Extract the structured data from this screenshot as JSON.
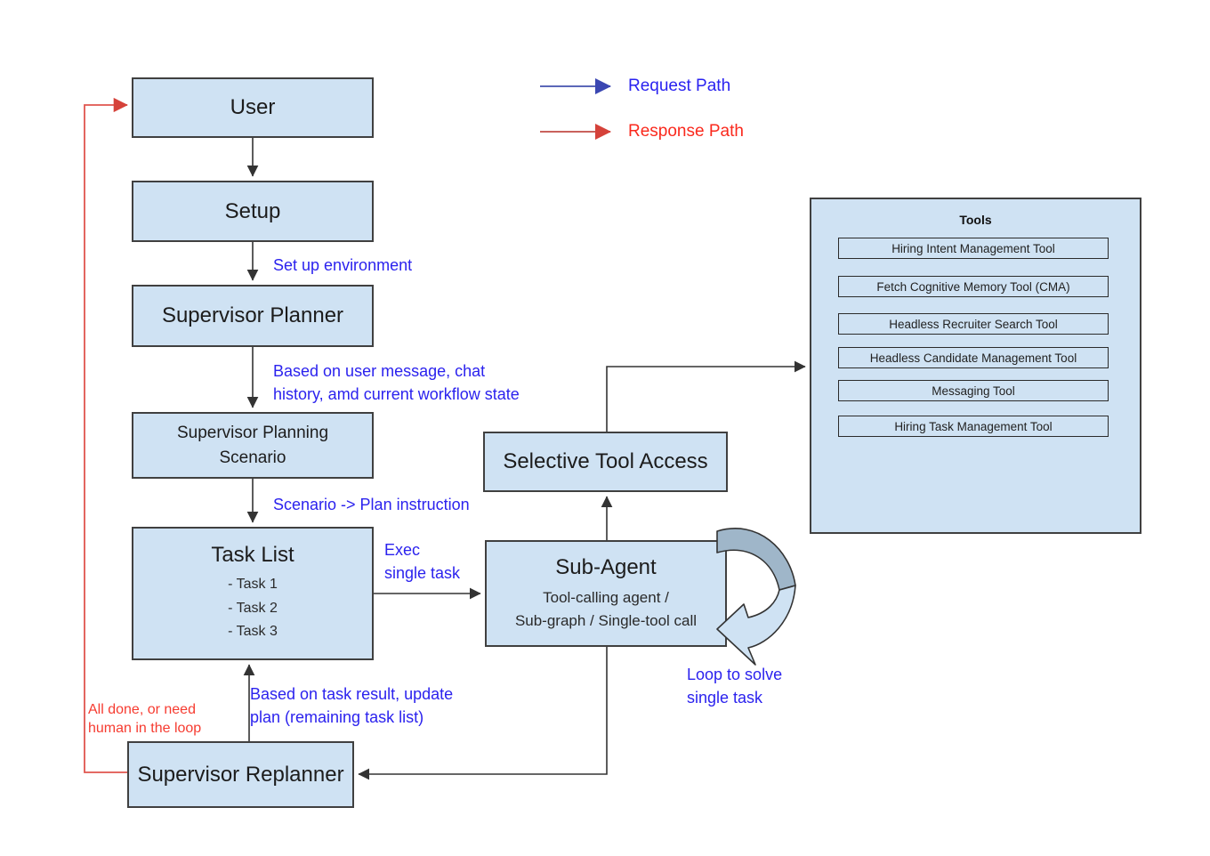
{
  "legend": {
    "request_label": "Request Path",
    "response_label": "Response Path"
  },
  "nodes": {
    "user": {
      "label": "User"
    },
    "setup": {
      "label": "Setup"
    },
    "supervisor_planner": {
      "label": "Supervisor Planner"
    },
    "supervisor_planning_scenario": {
      "label": "Supervisor Planning\nScenario"
    },
    "task_list": {
      "title": "Task List",
      "items": [
        "- Task 1",
        "- Task 2",
        "- Task 3"
      ]
    },
    "sub_agent": {
      "title": "Sub-Agent",
      "subtitle": "Tool-calling agent /\nSub-graph / Single-tool call"
    },
    "selective_tool_access": {
      "label": "Selective Tool Access"
    },
    "supervisor_replanner": {
      "label": "Supervisor Replanner"
    },
    "tools_panel": {
      "title": "Tools",
      "tools": [
        "Hiring Intent Management Tool",
        "Fetch Cognitive Memory Tool (CMA)",
        "Headless Recruiter Search Tool",
        "Headless Candidate Management Tool",
        "Messaging Tool",
        "Hiring Task Management Tool"
      ]
    }
  },
  "annotations": {
    "set_up_environment": "Set up environment",
    "based_on_user_message": "Based on user message, chat\nhistory, amd current workflow state",
    "scenario_plan": "Scenario -> Plan instruction",
    "exec_single_task": "Exec\nsingle task",
    "loop_to_solve": "Loop to solve\nsingle task",
    "based_on_task_result": "Based on task result, update\nplan (remaining task list)",
    "all_done": "All done, or need\nhuman in the loop"
  },
  "colors": {
    "node_fill": "#cfe2f3",
    "node_border": "#404040",
    "annotation_blue": "#2b22ee",
    "annotation_red": "#f63b30",
    "legend_blue_text": "#2a22f0",
    "legend_red_text": "#fa291d",
    "request_line": "#5b67b8",
    "response_line": "#c9625c",
    "connector_black": "#333333",
    "loop_dark": "#9fb6c9",
    "loop_light": "#cfe2f3"
  }
}
